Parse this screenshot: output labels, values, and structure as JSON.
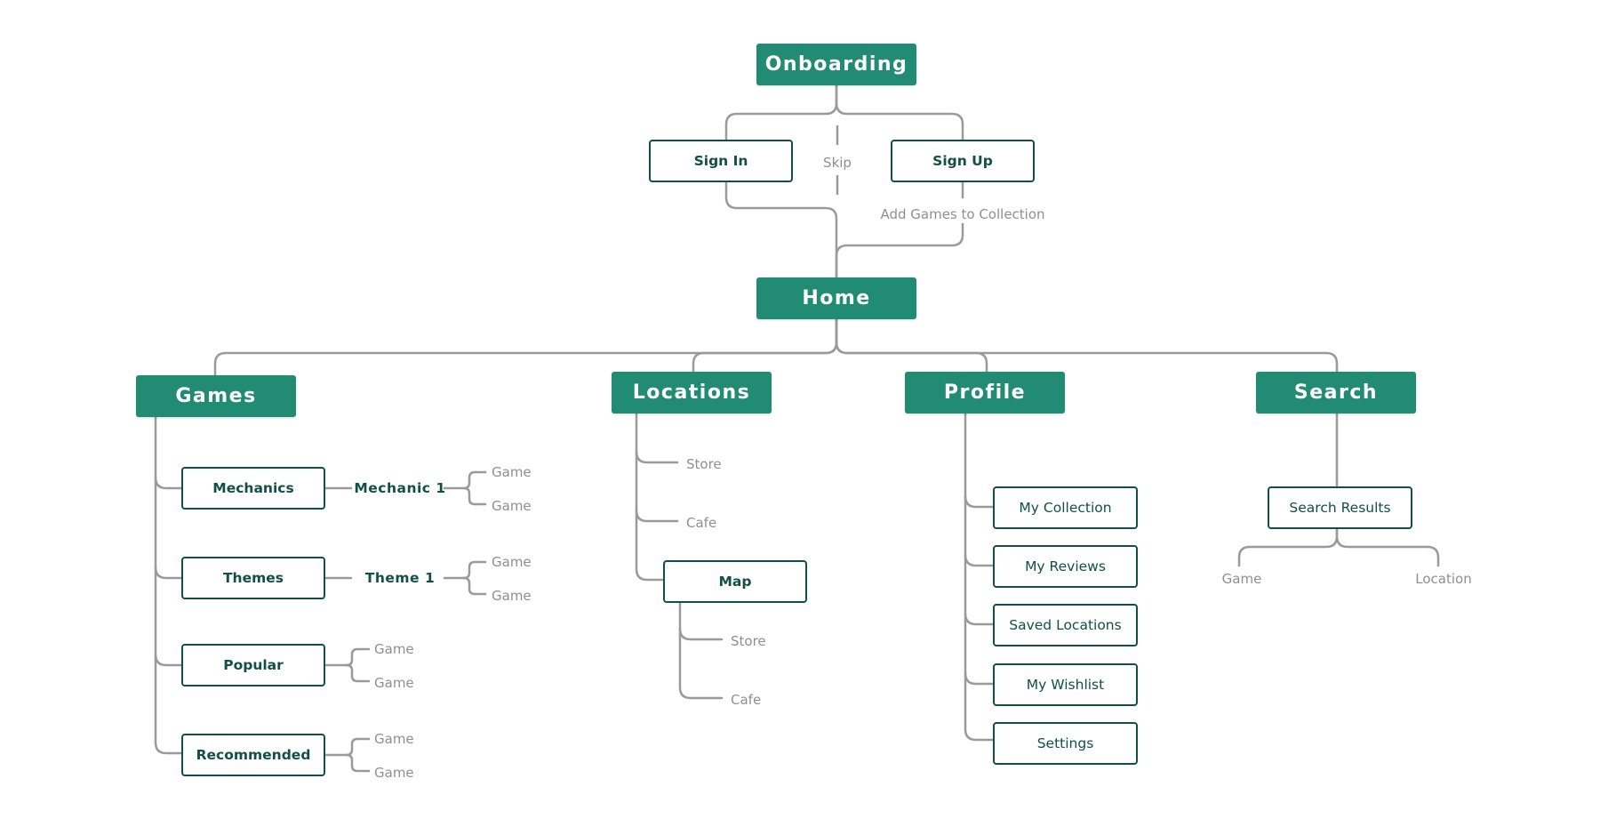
{
  "colors": {
    "primary": "#228b73",
    "outline": "#114f47",
    "connector": "#9a9a9a",
    "muted_text": "#8f8f8f"
  },
  "diagram": {
    "onboarding": "Onboarding",
    "sign_in": "Sign In",
    "skip": "Skip",
    "sign_up": "Sign Up",
    "add_games": "Add Games to Collection",
    "home": "Home",
    "games": {
      "title": "Games",
      "mechanics": "Mechanics",
      "mechanic_1": "Mechanic 1",
      "mechanic_games": [
        "Game",
        "Game"
      ],
      "themes": "Themes",
      "theme_1": "Theme 1",
      "theme_games": [
        "Game",
        "Game"
      ],
      "popular": "Popular",
      "popular_games": [
        "Game",
        "Game"
      ],
      "recommended": "Recommended",
      "recommended_games": [
        "Game",
        "Game"
      ]
    },
    "locations": {
      "title": "Locations",
      "store": "Store",
      "cafe": "Cafe",
      "map": "Map",
      "map_store": "Store",
      "map_cafe": "Cafe"
    },
    "profile": {
      "title": "Profile",
      "items": [
        "My Collection",
        "My Reviews",
        "Saved Locations",
        "My Wishlist",
        "Settings"
      ]
    },
    "search": {
      "title": "Search",
      "results": "Search Results",
      "game": "Game",
      "location": "Location"
    }
  }
}
